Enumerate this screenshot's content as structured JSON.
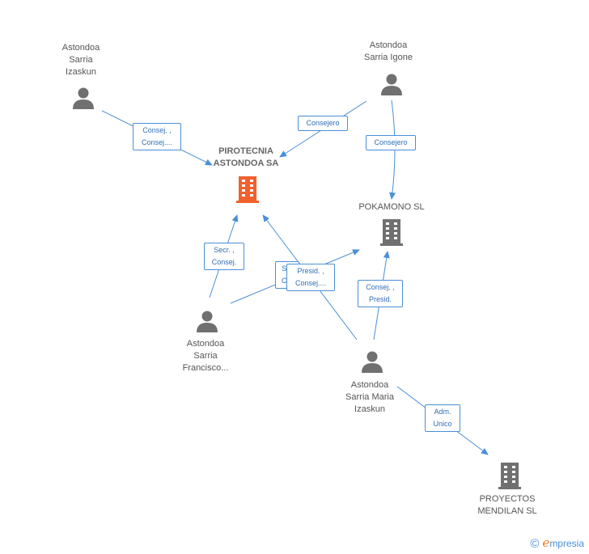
{
  "nodes": {
    "astondoa_sarria_izaskun": {
      "lines": [
        "Astondoa",
        "Sarria",
        "Izaskun"
      ]
    },
    "astondoa_sarria_igone": {
      "lines": [
        "Astondoa",
        "Sarria Igone"
      ]
    },
    "pirotecnia": {
      "lines": [
        "PIROTECNIA",
        "ASTONDOA SA"
      ]
    },
    "pokamono": {
      "lines": [
        "POKAMONO SL"
      ]
    },
    "astondoa_sarria_francisco": {
      "lines": [
        "Astondoa",
        "Sarria",
        "Francisco..."
      ]
    },
    "astondoa_sarria_maria_izaskun": {
      "lines": [
        "Astondoa",
        "Sarria Maria",
        "Izaskun"
      ]
    },
    "proyectos_mendilan": {
      "lines": [
        "PROYECTOS",
        "MENDILAN SL"
      ]
    }
  },
  "edges": {
    "e1": {
      "lines": [
        "Consej. ,",
        "Consej...."
      ]
    },
    "e2": {
      "lines": [
        "Consejero"
      ]
    },
    "e3": {
      "lines": [
        "Consejero"
      ]
    },
    "e4": {
      "lines": [
        "Secr. ,",
        "Consej."
      ]
    },
    "e5": {
      "lines": [
        "S...",
        "C..."
      ]
    },
    "e6": {
      "lines": [
        "Presid. ,",
        "Consej...."
      ]
    },
    "e7": {
      "lines": [
        "Consej. ,",
        "Presid."
      ]
    },
    "e8": {
      "lines": [
        "Adm.",
        "Unico"
      ]
    }
  },
  "colors": {
    "edge": "#4a8fd6",
    "person": "#707070",
    "company": "#707070",
    "company_main": "#f0612e"
  },
  "brand": {
    "copyright": "©",
    "e": "e",
    "rest": "mpresia"
  }
}
